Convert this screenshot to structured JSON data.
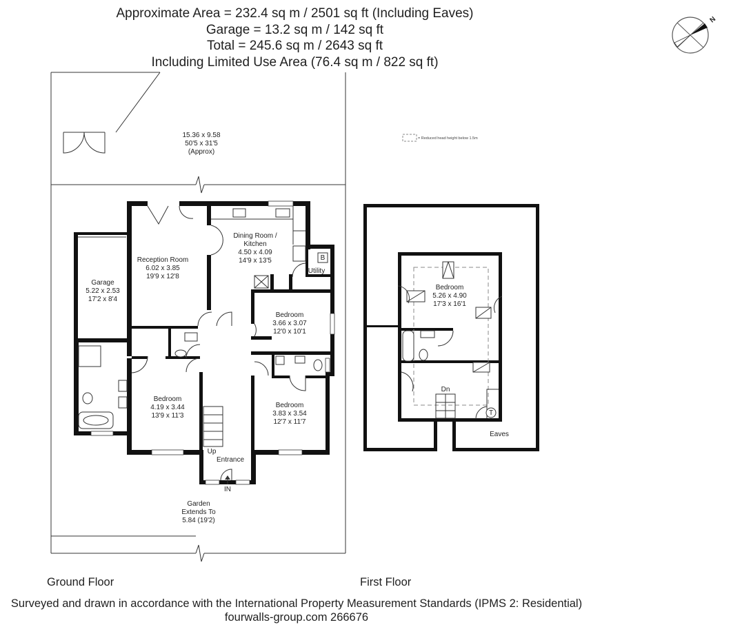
{
  "header": {
    "line1": "Approximate  Area = 232.4 sq m / 2501 sq ft (Including Eaves)",
    "line2": "Garage = 13.2 sq m / 142 sq ft",
    "line3": "Total = 245.6 sq m / 2643 sq ft",
    "line4": "Including Limited Use Area (76.4 sq m / 822 sq ft)"
  },
  "compass": {
    "letter": "N",
    "icon": "north-compass-icon"
  },
  "legend": {
    "text": "= Reduced head height below 1.5m"
  },
  "ground_floor": {
    "label": "Ground Floor",
    "rear_garden": {
      "metric": "15.36 x 9.58",
      "imperial": "50'5 x 31'5",
      "note": "(Approx)"
    },
    "front_garden": {
      "name": "Garden",
      "line2": "Extends To",
      "size": "5.84 (19'2)"
    },
    "garage": {
      "name": "Garage",
      "metric": "5.22 x 2.53",
      "imperial": "17'2 x 8'4"
    },
    "reception": {
      "name": "Reception Room",
      "metric": "6.02 x 3.85",
      "imperial": "19'9 x 12'8"
    },
    "dining": {
      "name1": "Dining Room /",
      "name2": "Kitchen",
      "metric": "4.50 x 4.09",
      "imperial": "14'9 x 13'5"
    },
    "utility": {
      "name": "Utility",
      "appliance": "B"
    },
    "bedroom_center": {
      "name": "Bedroom",
      "metric": "3.66 x 3.07",
      "imperial": "12'0 x 10'1"
    },
    "bedroom_left": {
      "name": "Bedroom",
      "metric": "4.19 x 3.44",
      "imperial": "13'9 x 11'3"
    },
    "bedroom_right": {
      "name": "Bedroom",
      "metric": "3.83 x 3.54",
      "imperial": "12'7 x 11'7"
    },
    "stairs": "Up",
    "entrance": "Entrance",
    "entry_marker": "IN"
  },
  "first_floor": {
    "label": "First Floor",
    "bedroom": {
      "name": "Bedroom",
      "metric": "5.26 x 4.90",
      "imperial": "17'3 x 16'1"
    },
    "stairs": "Dn",
    "tank": "T",
    "eaves": "Eaves"
  },
  "footer": {
    "line1": "Surveyed and drawn in accordance with the International Property Measurement Standards (IPMS 2: Residential)",
    "line2": "fourwalls-group.com 266676"
  }
}
